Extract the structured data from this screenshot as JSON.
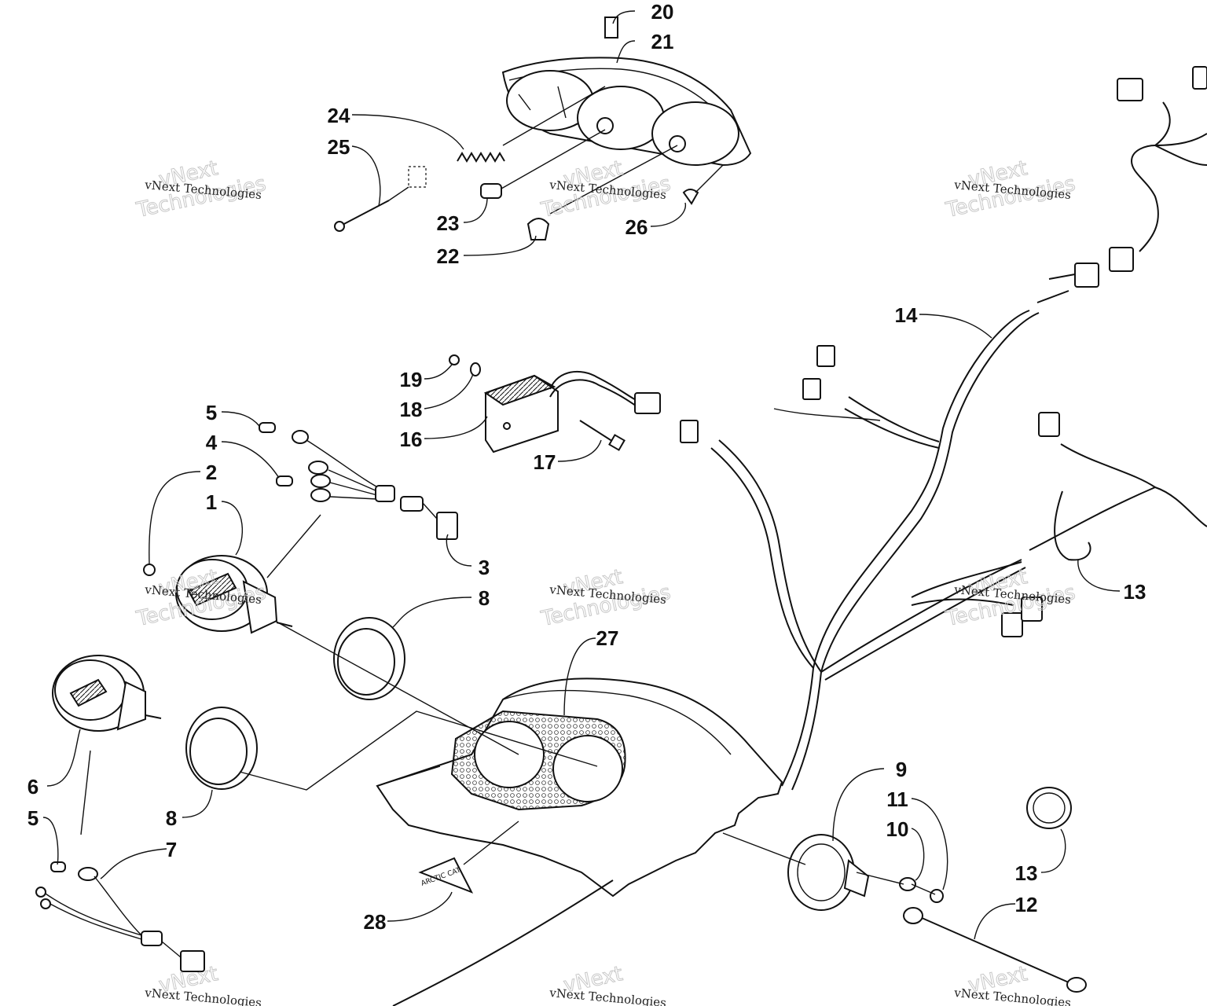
{
  "diagram": {
    "callouts": [
      "20",
      "21",
      "24",
      "25",
      "23",
      "22",
      "26",
      "19",
      "18",
      "16",
      "17",
      "5",
      "4",
      "2",
      "1",
      "3",
      "8",
      "27",
      "14",
      "13",
      "6",
      "5",
      "8",
      "7",
      "28",
      "9",
      "11",
      "10",
      "13",
      "12"
    ],
    "watermark": {
      "line1": "vNext Technologies",
      "line2": "vNext",
      "line3": "Technologies"
    },
    "decal_text": "ARCTIC CAT"
  }
}
